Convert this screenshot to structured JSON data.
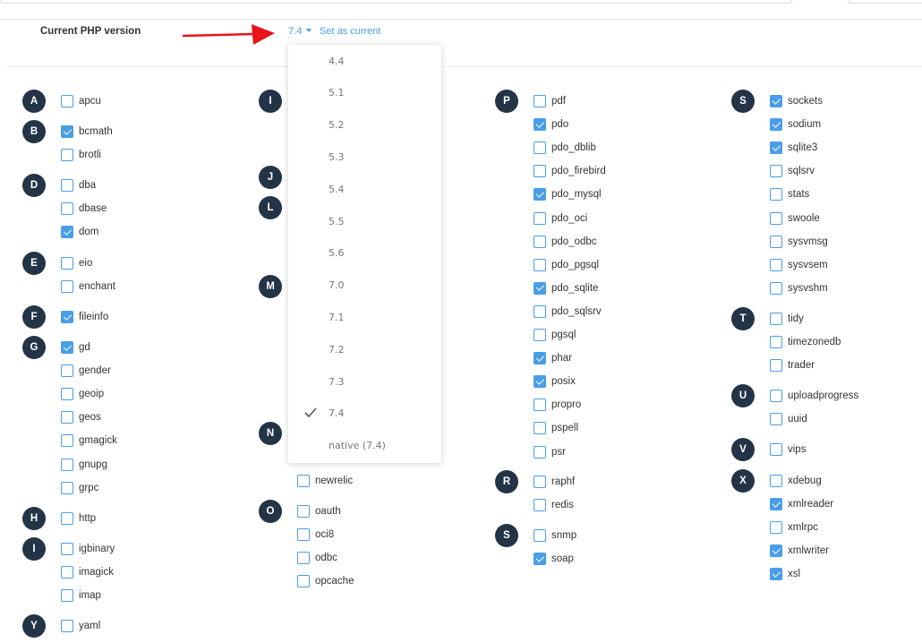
{
  "php_version": {
    "label": "Current PHP version",
    "selected": "7.4",
    "set_current_label": "Set as current",
    "accent_color": "#4a9ee8",
    "dropdown_options": [
      {
        "label": "4.4",
        "selected": false
      },
      {
        "label": "5.1",
        "selected": false
      },
      {
        "label": "5.2",
        "selected": false
      },
      {
        "label": "5.3",
        "selected": false
      },
      {
        "label": "5.4",
        "selected": false
      },
      {
        "label": "5.5",
        "selected": false
      },
      {
        "label": "5.6",
        "selected": false
      },
      {
        "label": "7.0",
        "selected": false
      },
      {
        "label": "7.1",
        "selected": false
      },
      {
        "label": "7.2",
        "selected": false
      },
      {
        "label": "7.3",
        "selected": false
      },
      {
        "label": "7.4",
        "selected": true
      },
      {
        "label": "native (7.4)",
        "selected": false
      }
    ]
  },
  "extensions": {
    "columns": [
      {
        "groups": [
          {
            "letter": "A",
            "items": [
              {
                "name": "apcu",
                "checked": false
              }
            ]
          },
          {
            "letter": "B",
            "items": [
              {
                "name": "bcmath",
                "checked": true
              },
              {
                "name": "brotli",
                "checked": false
              }
            ]
          },
          {
            "letter": "D",
            "items": [
              {
                "name": "dba",
                "checked": false
              },
              {
                "name": "dbase",
                "checked": false
              },
              {
                "name": "dom",
                "checked": true
              }
            ]
          },
          {
            "letter": "E",
            "items": [
              {
                "name": "eio",
                "checked": false
              },
              {
                "name": "enchant",
                "checked": false
              }
            ]
          },
          {
            "letter": "F",
            "items": [
              {
                "name": "fileinfo",
                "checked": true
              }
            ]
          },
          {
            "letter": "G",
            "items": [
              {
                "name": "gd",
                "checked": true
              },
              {
                "name": "gender",
                "checked": false
              },
              {
                "name": "geoip",
                "checked": false
              },
              {
                "name": "geos",
                "checked": false
              },
              {
                "name": "gmagick",
                "checked": false
              },
              {
                "name": "gnupg",
                "checked": false
              },
              {
                "name": "grpc",
                "checked": false
              }
            ]
          },
          {
            "letter": "H",
            "items": [
              {
                "name": "http",
                "checked": false
              }
            ]
          },
          {
            "letter": "I",
            "items": [
              {
                "name": "igbinary",
                "checked": false
              },
              {
                "name": "imagick",
                "checked": false
              },
              {
                "name": "imap",
                "checked": false
              }
            ]
          },
          {
            "letter": "Y",
            "items": [
              {
                "name": "yaml",
                "checked": false
              }
            ]
          }
        ]
      },
      {
        "groups": [
          {
            "letter": "I",
            "items": []
          },
          {
            "letter": "J",
            "items": []
          },
          {
            "letter": "L",
            "items": []
          },
          {
            "letter": "M",
            "items": []
          },
          {
            "letter": "N",
            "items": [
              {
                "name": "newrelic",
                "checked": false
              }
            ]
          },
          {
            "letter": "O",
            "items": [
              {
                "name": "oauth",
                "checked": false
              },
              {
                "name": "oci8",
                "checked": false
              },
              {
                "name": "odbc",
                "checked": false
              },
              {
                "name": "opcache",
                "checked": false
              }
            ]
          }
        ]
      },
      {
        "groups": [
          {
            "letter": "P",
            "items": [
              {
                "name": "pdf",
                "checked": false
              },
              {
                "name": "pdo",
                "checked": true
              },
              {
                "name": "pdo_dblib",
                "checked": false
              },
              {
                "name": "pdo_firebird",
                "checked": false
              },
              {
                "name": "pdo_mysql",
                "checked": true
              },
              {
                "name": "pdo_oci",
                "checked": false
              },
              {
                "name": "pdo_odbc",
                "checked": false
              },
              {
                "name": "pdo_pgsql",
                "checked": false
              },
              {
                "name": "pdo_sqlite",
                "checked": true
              },
              {
                "name": "pdo_sqlsrv",
                "checked": false
              },
              {
                "name": "pgsql",
                "checked": false
              },
              {
                "name": "phar",
                "checked": true
              },
              {
                "name": "posix",
                "checked": true
              },
              {
                "name": "propro",
                "checked": false
              },
              {
                "name": "pspell",
                "checked": false
              },
              {
                "name": "psr",
                "checked": false
              }
            ]
          },
          {
            "letter": "R",
            "items": [
              {
                "name": "raphf",
                "checked": false
              },
              {
                "name": "redis",
                "checked": false
              }
            ]
          },
          {
            "letter": "S",
            "items": [
              {
                "name": "snmp",
                "checked": false
              },
              {
                "name": "soap",
                "checked": true
              }
            ]
          }
        ]
      },
      {
        "groups": [
          {
            "letter": "S",
            "items": [
              {
                "name": "sockets",
                "checked": true
              },
              {
                "name": "sodium",
                "checked": true
              },
              {
                "name": "sqlite3",
                "checked": true
              },
              {
                "name": "sqlsrv",
                "checked": false
              },
              {
                "name": "stats",
                "checked": false
              },
              {
                "name": "swoole",
                "checked": false
              },
              {
                "name": "sysvmsg",
                "checked": false
              },
              {
                "name": "sysvsem",
                "checked": false
              },
              {
                "name": "sysvshm",
                "checked": false
              }
            ]
          },
          {
            "letter": "T",
            "items": [
              {
                "name": "tidy",
                "checked": false
              },
              {
                "name": "timezonedb",
                "checked": false
              },
              {
                "name": "trader",
                "checked": false
              }
            ]
          },
          {
            "letter": "U",
            "items": [
              {
                "name": "uploadprogress",
                "checked": false
              },
              {
                "name": "uuid",
                "checked": false
              }
            ]
          },
          {
            "letter": "V",
            "items": [
              {
                "name": "vips",
                "checked": false
              }
            ]
          },
          {
            "letter": "X",
            "items": [
              {
                "name": "xdebug",
                "checked": false
              },
              {
                "name": "xmlreader",
                "checked": true
              },
              {
                "name": "xmlrpc",
                "checked": false
              },
              {
                "name": "xmlwriter",
                "checked": true
              },
              {
                "name": "xsl",
                "checked": true
              }
            ]
          }
        ]
      }
    ]
  }
}
